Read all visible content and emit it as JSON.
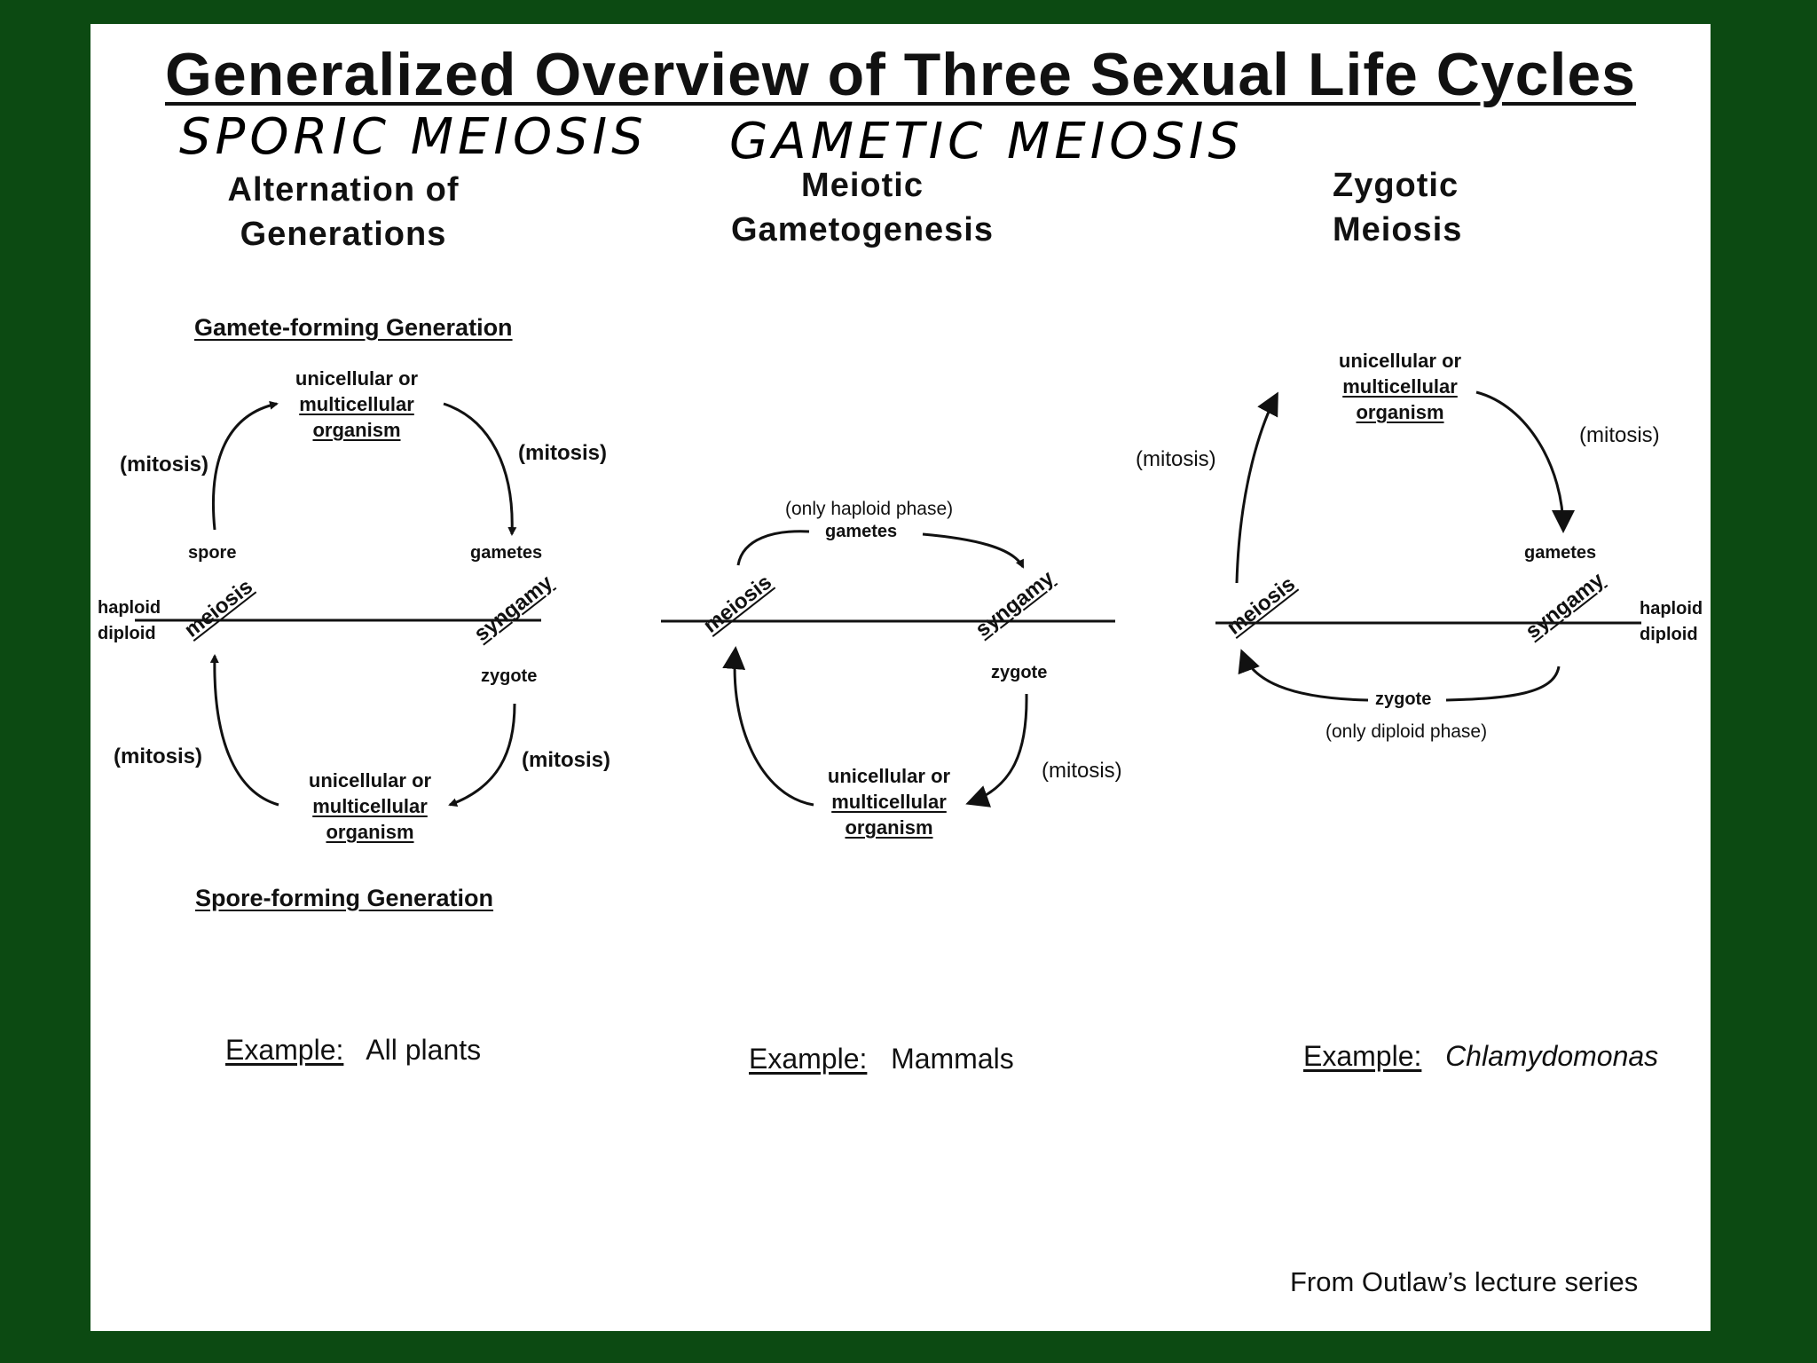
{
  "title": "Generalized Overview of Three Sexual Life Cycles",
  "sporic": {
    "handwritten": "SPORIC MEIOSIS",
    "heading_line1": "Alternation of",
    "heading_line2": "Generations",
    "top_generation": "Gamete-forming Generation",
    "bottom_generation": "Spore-forming Generation",
    "organism_line1": "unicellular or",
    "organism_line2": "multicellular",
    "organism_line3": "organism",
    "mitosis": "(mitosis)",
    "spore": "spore",
    "gametes": "gametes",
    "haploid": "haploid",
    "diploid": "diploid",
    "meiosis": "meiosis",
    "syngamy": "syngamy",
    "zygote": "zygote",
    "example_label": "Example:",
    "example_value": "All plants"
  },
  "gametic": {
    "handwritten": "GAMETIC MEIOSIS",
    "heading_line1": "Meiotic",
    "heading_line2": "Gametogenesis",
    "haploid_phase": "(only haploid phase)",
    "gametes": "gametes",
    "meiosis": "meiosis",
    "syngamy": "syngamy",
    "zygote": "zygote",
    "mitosis": "(mitosis)",
    "organism_line1": "unicellular or",
    "organism_line2": "multicellular",
    "organism_line3": "organism",
    "example_label": "Example:",
    "example_value": "Mammals"
  },
  "zygotic": {
    "heading_line1": "Zygotic",
    "heading_line2": "Meiosis",
    "organism_line1": "unicellular or",
    "organism_line2": "multicellular",
    "organism_line3": "organism",
    "mitosis": "(mitosis)",
    "gametes": "gametes",
    "haploid": "haploid",
    "diploid": "diploid",
    "meiosis": "meiosis",
    "syngamy": "syngamy",
    "zygote": "zygote",
    "diploid_phase": "(only diploid phase)",
    "example_label": "Example:",
    "example_value": "Chlamydomonas"
  },
  "credit": "From Outlaw’s lecture series",
  "colors": {
    "background": "#0c4a12",
    "slide": "#ffffff",
    "ink": "#111111"
  }
}
